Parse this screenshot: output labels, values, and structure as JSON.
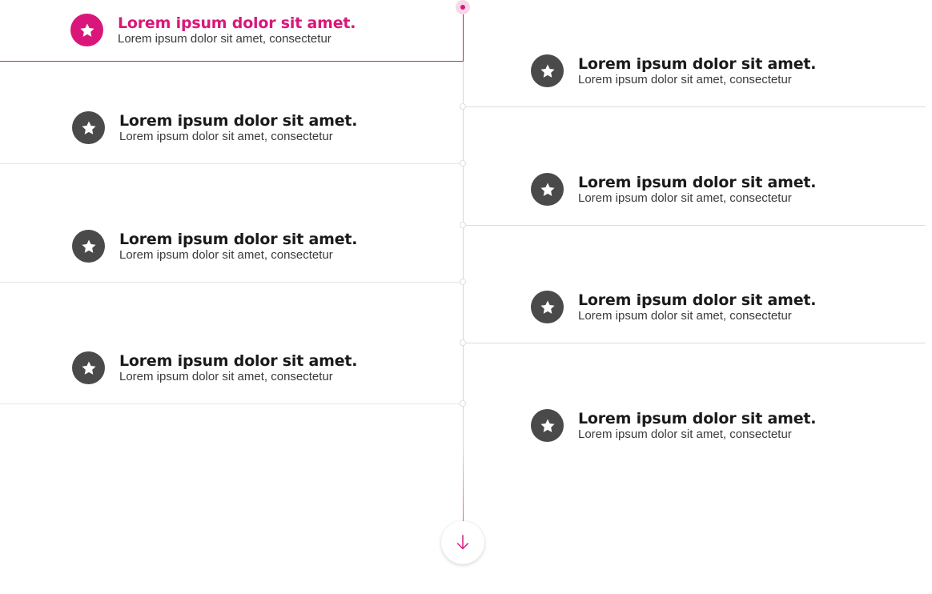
{
  "colors": {
    "accent": "#d9177a",
    "badge": "#4a4a4a",
    "line": "#e6e6e6"
  },
  "timeline": {
    "left_items": [
      {
        "title": "Lorem ipsum dolor sit amet.",
        "subtitle": "Lorem ipsum dolor sit amet, consectetur",
        "icon": "star-icon",
        "active": true
      },
      {
        "title": "Lorem ipsum dolor sit amet.",
        "subtitle": "Lorem ipsum dolor sit amet, consectetur",
        "icon": "star-icon",
        "active": false
      },
      {
        "title": "Lorem ipsum dolor sit amet.",
        "subtitle": "Lorem ipsum dolor sit amet, consectetur",
        "icon": "star-icon",
        "active": false
      },
      {
        "title": "Lorem ipsum dolor sit amet.",
        "subtitle": "Lorem ipsum dolor sit amet, consectetur",
        "icon": "star-icon",
        "active": false
      }
    ],
    "right_items": [
      {
        "title": "Lorem ipsum dolor sit amet.",
        "subtitle": "Lorem ipsum dolor sit amet, consectetur",
        "icon": "star-icon",
        "active": false
      },
      {
        "title": "Lorem ipsum dolor sit amet.",
        "subtitle": "Lorem ipsum dolor sit amet, consectetur",
        "icon": "star-icon",
        "active": false
      },
      {
        "title": "Lorem ipsum dolor sit amet.",
        "subtitle": "Lorem ipsum dolor sit amet, consectetur",
        "icon": "star-icon",
        "active": false
      },
      {
        "title": "Lorem ipsum dolor sit amet.",
        "subtitle": "Lorem ipsum dolor sit amet, consectetur",
        "icon": "star-icon",
        "active": false
      }
    ],
    "scroll_button_icon": "arrow-down-icon"
  }
}
